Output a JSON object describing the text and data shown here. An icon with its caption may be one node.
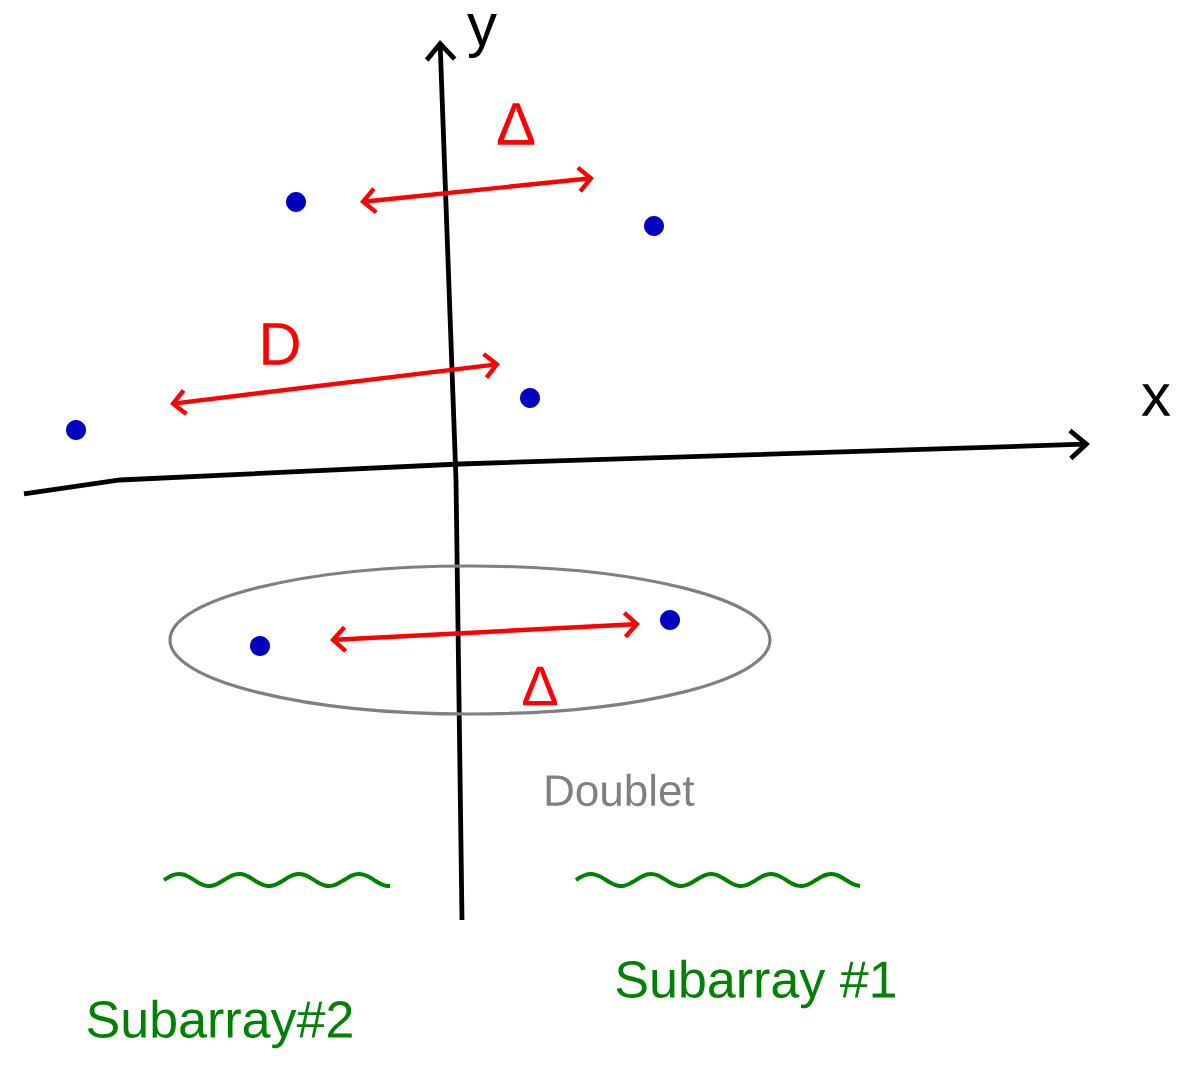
{
  "diagram": {
    "nodes": [
      {
        "text": [],
        "shape": "circle"
      },
      {
        "text": [],
        "shape": "circle"
      },
      {
        "text": [],
        "shape": "circle"
      },
      {
        "text": [],
        "shape": "circle"
      },
      {
        "text": [
          "Doublet"
        ]
      },
      {
        "text": [],
        "shape": "circle",
        "in": 4
      },
      {
        "text": [],
        "shape": "circle",
        "in": 4
      }
    ],
    "labels": [
      "y",
      "Δ",
      "D",
      "x",
      "Δ",
      "Subarray#2",
      "Subarray #1"
    ]
  }
}
